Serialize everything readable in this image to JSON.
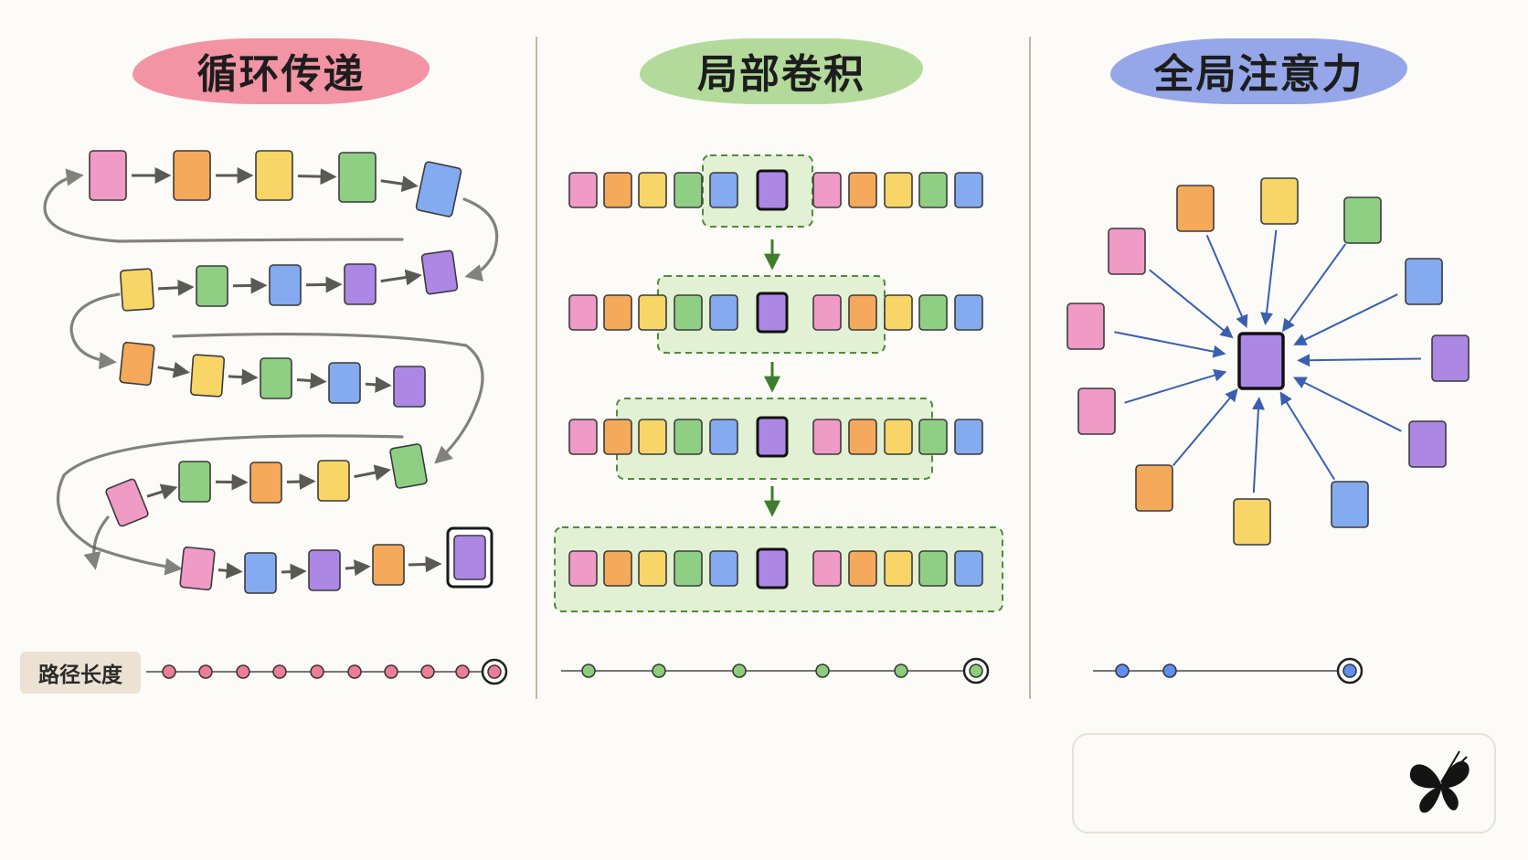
{
  "titles": {
    "recurrent": "循环传递",
    "conv": "局部卷积",
    "attention": "全局注意力"
  },
  "path_label": "路径长度",
  "colors": {
    "pink": "#f09ac6",
    "orange": "#f5a95a",
    "yellow": "#f7d566",
    "green": "#8fcf84",
    "blue": "#84aaf0",
    "purple": "#ad87e4",
    "title_red": "#ef7b8e",
    "title_green": "#a6d389",
    "title_blue": "#7b92e4",
    "recurrent_dot": "#ec7c98",
    "conv_dot": "#8ccd7a",
    "attention_dot": "#5f8ff0"
  },
  "icons": [
    "butterfly-icon"
  ]
}
